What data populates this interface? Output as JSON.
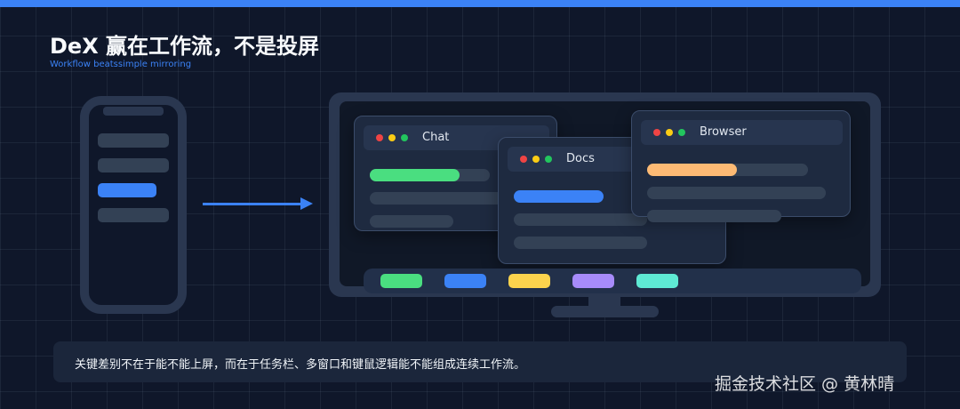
{
  "header": {
    "title": "DeX 赢在工作流，不是投屏",
    "subtitle": "Workflow beatssimple mirroring"
  },
  "windows": {
    "chat": {
      "title": "Chat"
    },
    "docs": {
      "title": "Docs"
    },
    "browser": {
      "title": "Browser"
    }
  },
  "caption": "关键差别不在于能不能上屏，而在于任务栏、多窗口和键鼠逻辑能不能组成连续工作流。",
  "watermark": "掘金技术社区 @ 黄林晴",
  "colors": {
    "accent": "#3b82f6",
    "green": "#4ade80",
    "orange": "#fdba74",
    "yellow": "#fcd34d",
    "purple": "#a78bfa",
    "teal": "#5eead4"
  }
}
